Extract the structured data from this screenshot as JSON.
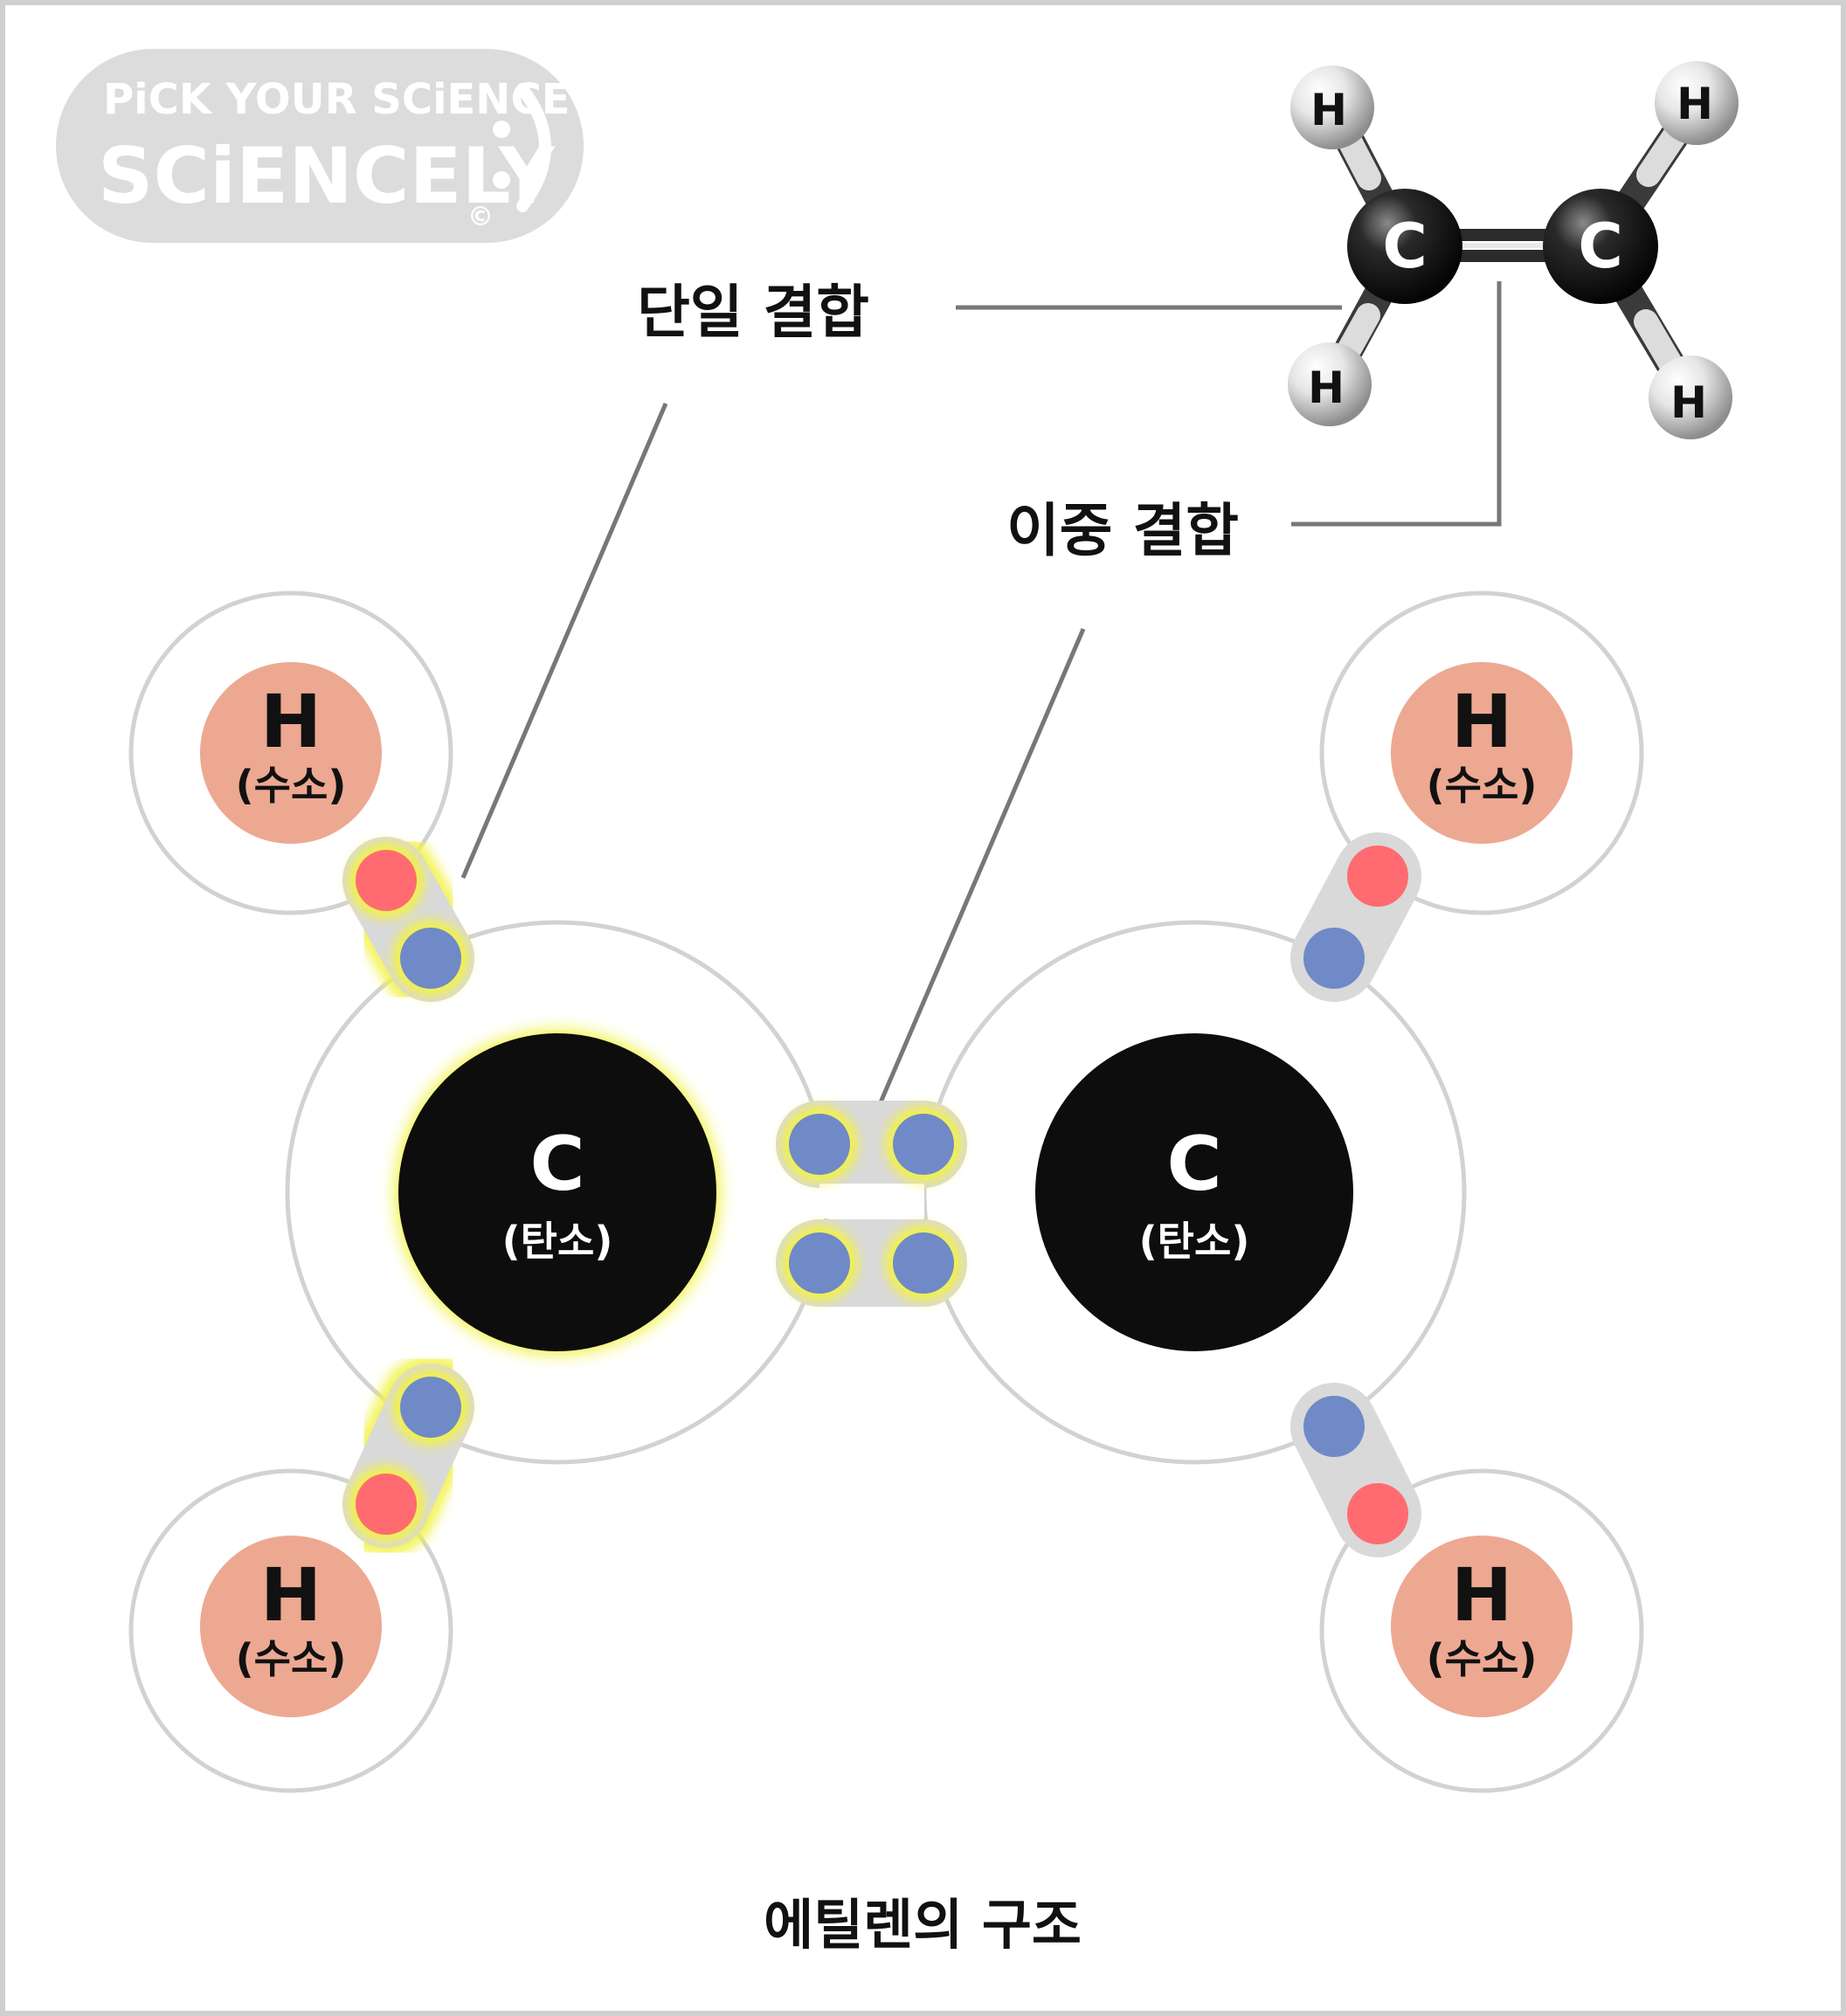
{
  "logo": {
    "line1": "PiCK YOUR SCiENCE",
    "line2": "SCiENCELY",
    "mark": "©"
  },
  "labels": {
    "single_bond": "단일 결합",
    "double_bond": "이중 결합",
    "caption": "에틸렌의 구조"
  },
  "atoms": {
    "carbon_symbol": "C",
    "carbon_name": "(탄소)",
    "hydrogen_symbol": "H",
    "hydrogen_name": "(수소)"
  },
  "model3d": {
    "carbon": "C",
    "hydrogen": "H"
  },
  "colors": {
    "hydrogen_fill": "#EDA892",
    "carbon_fill": "#0d0d0d",
    "hydrogen_electron": "#FF6B70",
    "carbon_electron": "#6F8AC7",
    "highlight": "#F3F244",
    "shell_stroke": "#d2d2d2",
    "bond_pill": "#d9d9d9",
    "leader_line": "#777777",
    "border": "#cfcfcf"
  }
}
